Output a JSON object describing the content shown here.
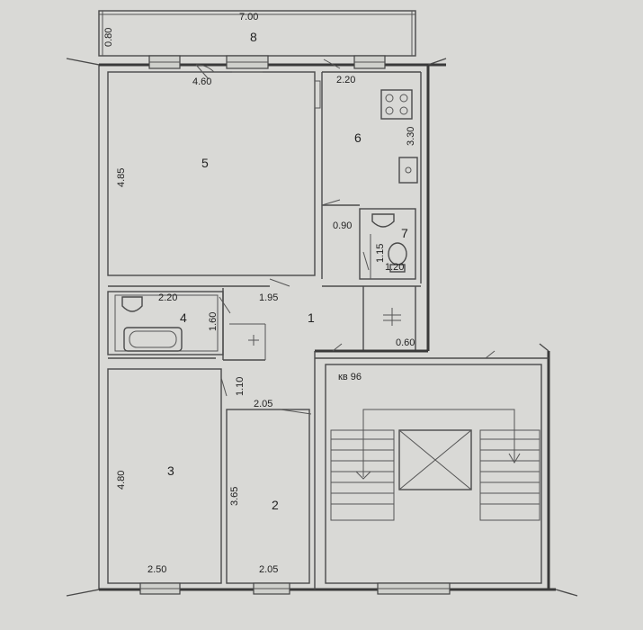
{
  "rooms": {
    "r1": "1",
    "r2": "2",
    "r3": "3",
    "r4": "4",
    "r5": "5",
    "r6": "6",
    "r7": "7",
    "r8": "8"
  },
  "dimensions": {
    "balcony_width": "7.00",
    "balcony_depth": "0.80",
    "room5_width": "4.60",
    "room5_length": "4.85",
    "kitchen_width": "2.20",
    "kitchen_length": "3.30",
    "door_090": "0.90",
    "wc_width": "1.15",
    "wc_length": "1.20",
    "bath_width": "2.20",
    "bath_length": "1.60",
    "hall_195": "1.95",
    "corridor_110": "1.10",
    "room2_top": "2.05",
    "room2_bottom": "2.05",
    "room2_length": "3.65",
    "room3_length": "4.80",
    "room3_width": "2.50",
    "duct_060": "0.60"
  },
  "apartment_label": "кв 96"
}
